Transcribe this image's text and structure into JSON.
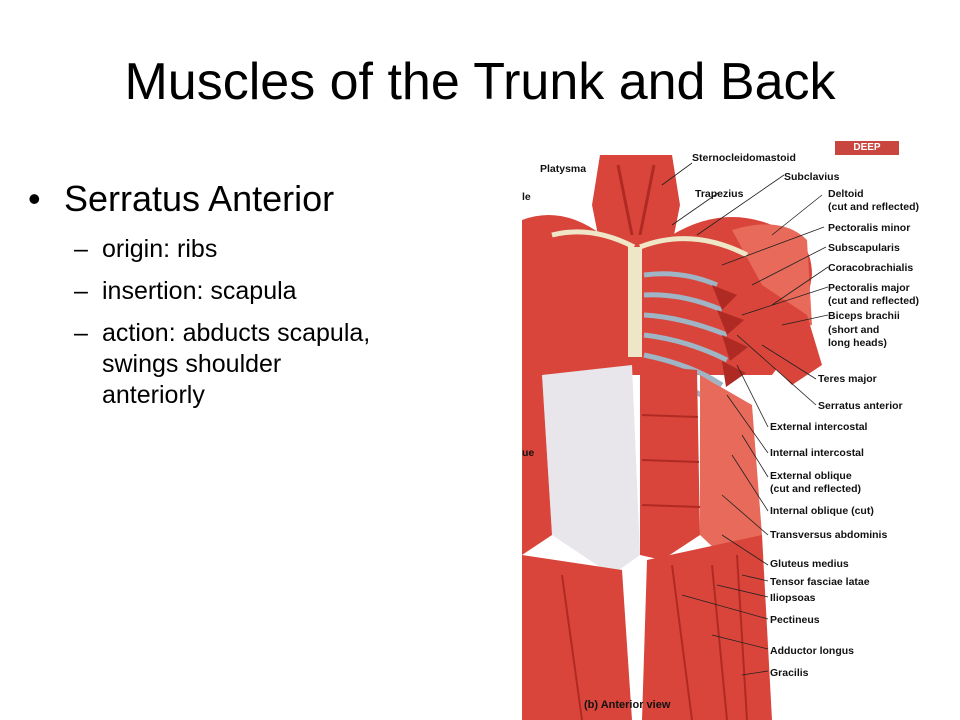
{
  "slide": {
    "title": "Muscles of the Trunk and Back",
    "bullet": {
      "marker": "•",
      "heading": "Serratus Anterior",
      "items": [
        {
          "dash": "–",
          "lines": [
            "origin: ribs"
          ]
        },
        {
          "dash": "–",
          "lines": [
            "insertion: scapula"
          ]
        },
        {
          "dash": "–",
          "lines": [
            "action: abducts scapula,",
            "swings shoulder",
            "anteriorly"
          ]
        }
      ]
    }
  },
  "figure": {
    "badge": "DEEP",
    "caption": "(b) Anterior view",
    "labels": {
      "platysma": "Platysma",
      "sternocleidomastoid": "Sternocleidomastoid",
      "subclavius": "Subclavius",
      "trapezius": "Trapezius",
      "deltoid": "Deltoid",
      "deltoid_note": "(cut and reflected)",
      "pectoralis_minor": "Pectoralis minor",
      "subscapularis": "Subscapularis",
      "coracobrachialis": "Coracobrachialis",
      "pectoralis_major": "Pectoralis major",
      "pectoralis_major_note": "(cut and reflected)",
      "biceps_brachii": "Biceps brachii",
      "biceps_note_1": "(short and",
      "biceps_note_2": "long heads)",
      "teres_major": "Teres major",
      "serratus_anterior": "Serratus anterior",
      "external_intercostal": "External intercostal",
      "internal_intercostal": "Internal intercostal",
      "external_oblique": "External oblique",
      "external_oblique_note": "(cut and reflected)",
      "internal_oblique": "Internal oblique (cut)",
      "transversus_abdominis": "Transversus abdominis",
      "gluteus_medius": "Gluteus medius",
      "tensor_fasciae_latae": "Tensor fasciae latae",
      "iliopsoas": "Iliopsoas",
      "pectineus": "Pectineus",
      "adductor_longus": "Adductor longus",
      "gracilis": "Gracilis",
      "cut_left_1": "le",
      "cut_left_2": "ue"
    },
    "colors": {
      "muscle": "#d9453a",
      "muscle_dark": "#b02a24",
      "muscle_light": "#e86a5a",
      "fascia": "#e8e6ea",
      "bone": "#efe6c8",
      "cartilage": "#9fb4c4",
      "badge": "#c8463e"
    }
  }
}
